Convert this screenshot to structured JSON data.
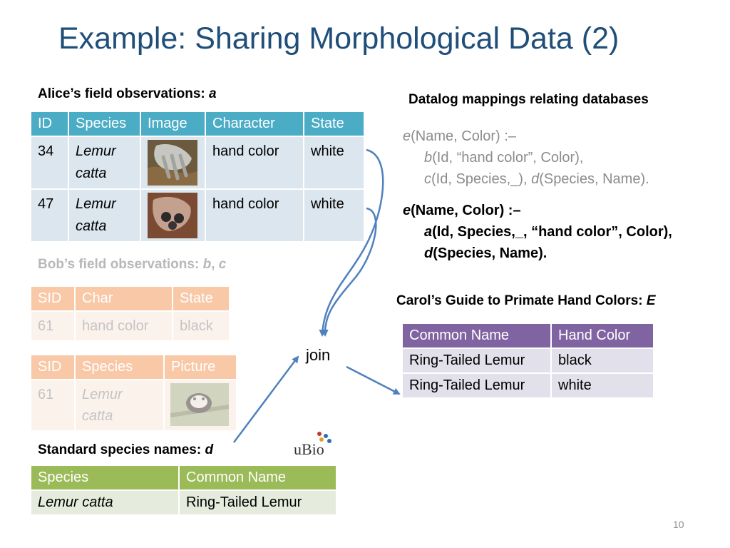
{
  "title": "Example: Sharing Morphological Data (2)",
  "alice": {
    "caption": "Alice’s field observations: ",
    "caption_var": "a",
    "headers": [
      "ID",
      "Species",
      "Image",
      "Character",
      "State"
    ],
    "rows": [
      {
        "id": "34",
        "species_1": "Lemur",
        "species_2": "catta",
        "character": "hand color",
        "state": "white"
      },
      {
        "id": "47",
        "species_1": "Lemur",
        "species_2": "catta",
        "character": "hand color",
        "state": "white"
      }
    ]
  },
  "bob": {
    "caption": "Bob’s field observations: ",
    "caption_vars": "b",
    "caption_sep": ", ",
    "caption_vars2": "c",
    "table1_headers": [
      "SID",
      "Char",
      "State"
    ],
    "table1_row": {
      "sid": "61",
      "char": "hand color",
      "state": "black"
    },
    "table2_headers": [
      "SID",
      "Species",
      "Picture"
    ],
    "table2_row": {
      "sid": "61",
      "species_1": "Lemur",
      "species_2": "catta"
    }
  },
  "standard": {
    "caption": "Standard species names: ",
    "caption_var": "d",
    "headers": [
      "Species",
      "Common Name"
    ],
    "row": {
      "species": "Lemur catta",
      "common_name": "Ring-Tailed Lemur"
    },
    "logo_text": "uBio"
  },
  "mappings": {
    "title": "Datalog mappings relating databases",
    "rule1": {
      "head_pred": "e",
      "head_args": "(Name, Color)   :–",
      "b_pred": "b",
      "b_args": "(Id, “hand color”, Color),",
      "c_pred": "c",
      "c_args": "(Id, Species,_), ",
      "d_pred": "d",
      "d_args": "(Species, Name)."
    },
    "rule2": {
      "head_pred": "e",
      "head_args": "(Name, Color)   :–",
      "a_pred": "a",
      "a_args": "(Id, Species,_, “hand color”, Color),",
      "d_pred": "d",
      "d_args": "(Species, Name)."
    }
  },
  "carol": {
    "caption": "Carol’s Guide to Primate Hand Colors: ",
    "caption_var": "E",
    "headers": [
      "Common Name",
      "Hand Color"
    ],
    "rows": [
      {
        "common_name": "Ring-Tailed Lemur",
        "hand_color": "black"
      },
      {
        "common_name": "Ring-Tailed Lemur",
        "hand_color": "white"
      }
    ]
  },
  "join_label": "join",
  "page_number": "10",
  "colors": {
    "title": "#1f4e79",
    "alice_header": "#4bacc6",
    "bob_header": "#f8c8a7",
    "carol_header": "#8064a2",
    "standard_header": "#9bbb59",
    "arrow": "#4f81bd"
  }
}
